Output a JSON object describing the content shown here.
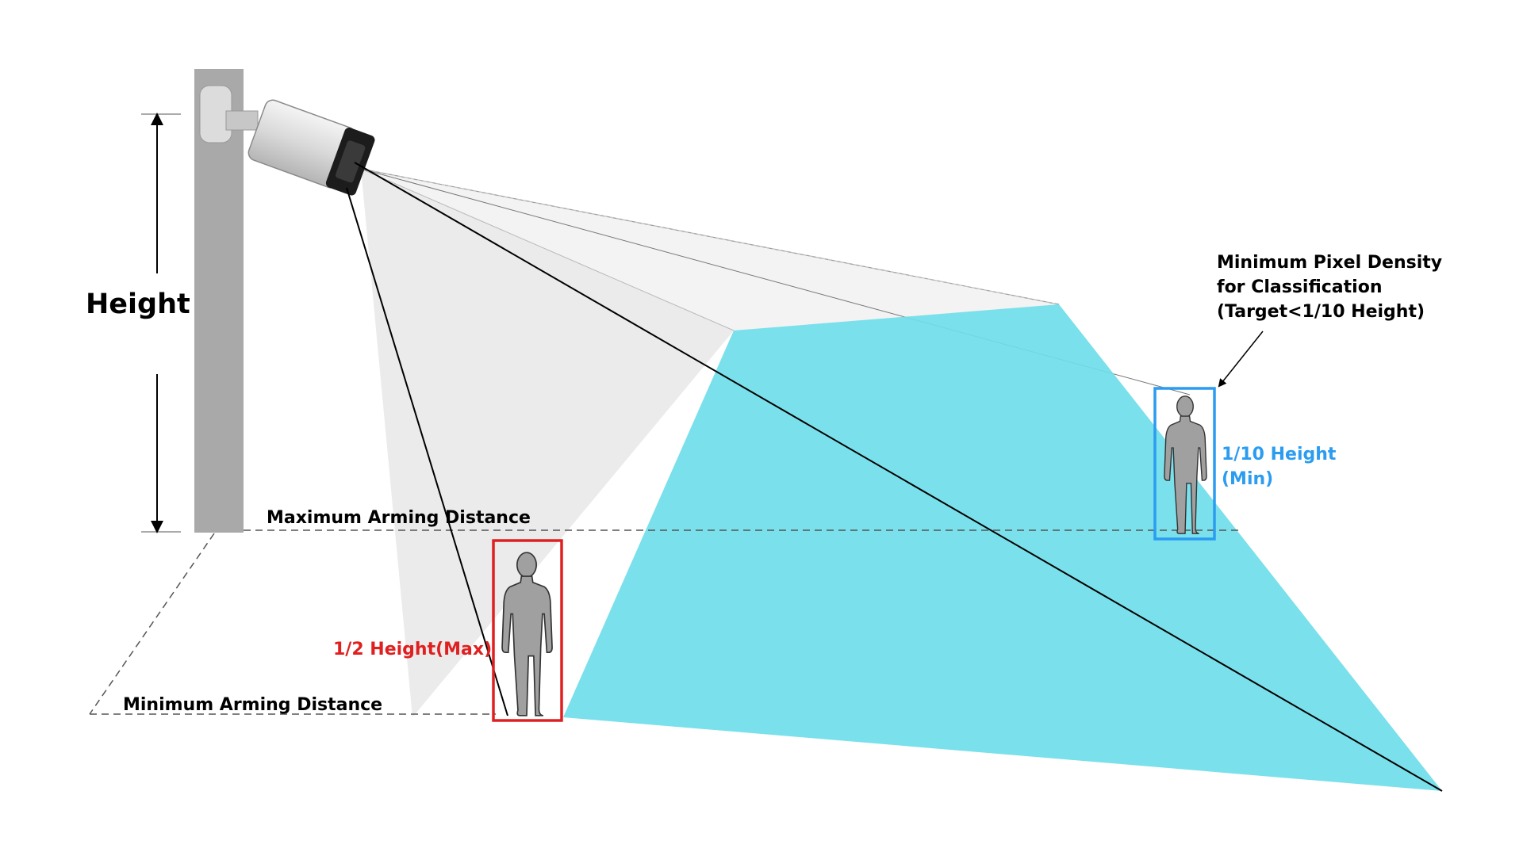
{
  "labels": {
    "height": "Height",
    "max_arming": "Maximum Arming Distance",
    "min_arming": "Minimum Arming Distance",
    "half_height": "1/2 Height(Max)",
    "tenth_height_line1": "1/10 Height",
    "tenth_height_line2": "(Min)",
    "pixel_density_line1": "Minimum Pixel Density",
    "pixel_density_line2": "for Classification",
    "pixel_density_line3": "(Target<1/10 Height)"
  },
  "colors": {
    "detection_zone": "#6fdde9",
    "view_cone": "#ededed",
    "pole": "#a9a9a9",
    "max_box": "#e02020",
    "min_box": "#2b9cf0",
    "person": "#a0a0a0"
  },
  "icons": {
    "camera": "bullet-camera-icon",
    "person": "person-silhouette-icon"
  }
}
